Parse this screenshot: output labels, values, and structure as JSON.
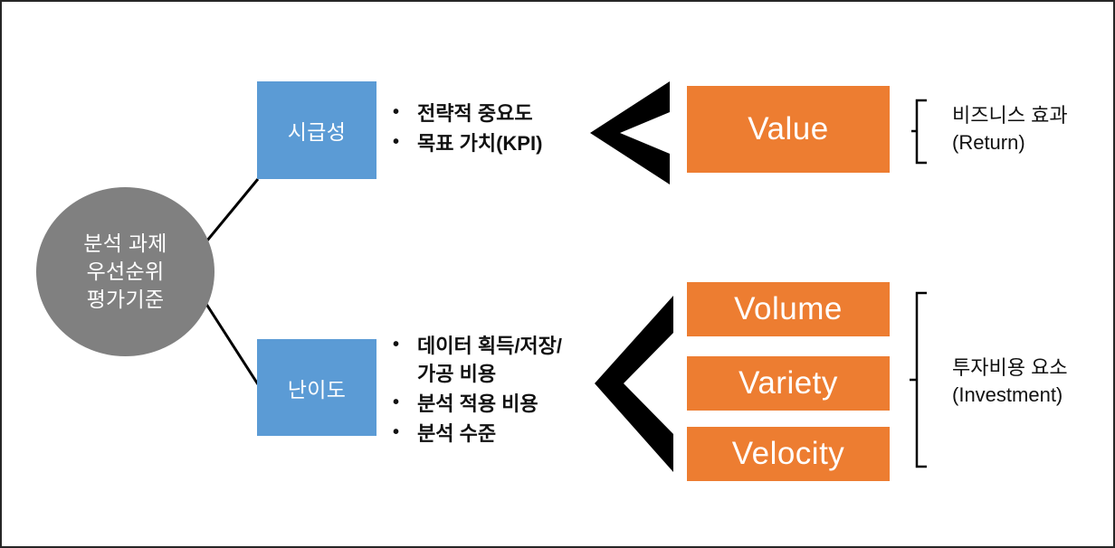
{
  "diagram": {
    "title_node": {
      "label": "분석 과제\n우선순위\n평가기준",
      "shape": "ellipse",
      "fill": "#808080"
    },
    "criteria": [
      {
        "key": "urgency",
        "label": "시급성",
        "fill": "#5B9BD5",
        "bullets": [
          "전략적 중요도",
          "목표 가치(KPI)"
        ]
      },
      {
        "key": "difficulty",
        "label": "난이도",
        "fill": "#5B9BD5",
        "bullets": [
          "데이터 획득/저장/\n가공 비용",
          "분석 적용 비용",
          "분석 수준"
        ]
      }
    ],
    "groups": [
      {
        "key": "return",
        "chevron": "left-chevron-return",
        "boxes": [
          {
            "label": "Value",
            "fill": "#ED7D31"
          }
        ],
        "side_label": "비즈니스 효과\n(Return)"
      },
      {
        "key": "investment",
        "chevron": "left-chevron-investment",
        "boxes": [
          {
            "label": "Volume",
            "fill": "#ED7D31"
          },
          {
            "label": "Variety",
            "fill": "#ED7D31"
          },
          {
            "label": "Velocity",
            "fill": "#ED7D31"
          }
        ],
        "side_label": "투자비용 요소\n(Investment)"
      }
    ],
    "colors": {
      "blue": "#5B9BD5",
      "orange": "#ED7D31",
      "gray": "#808080",
      "line": "#000000",
      "text_dark": "#111111",
      "text_light": "#FFFFFF",
      "border": "#262626"
    }
  }
}
